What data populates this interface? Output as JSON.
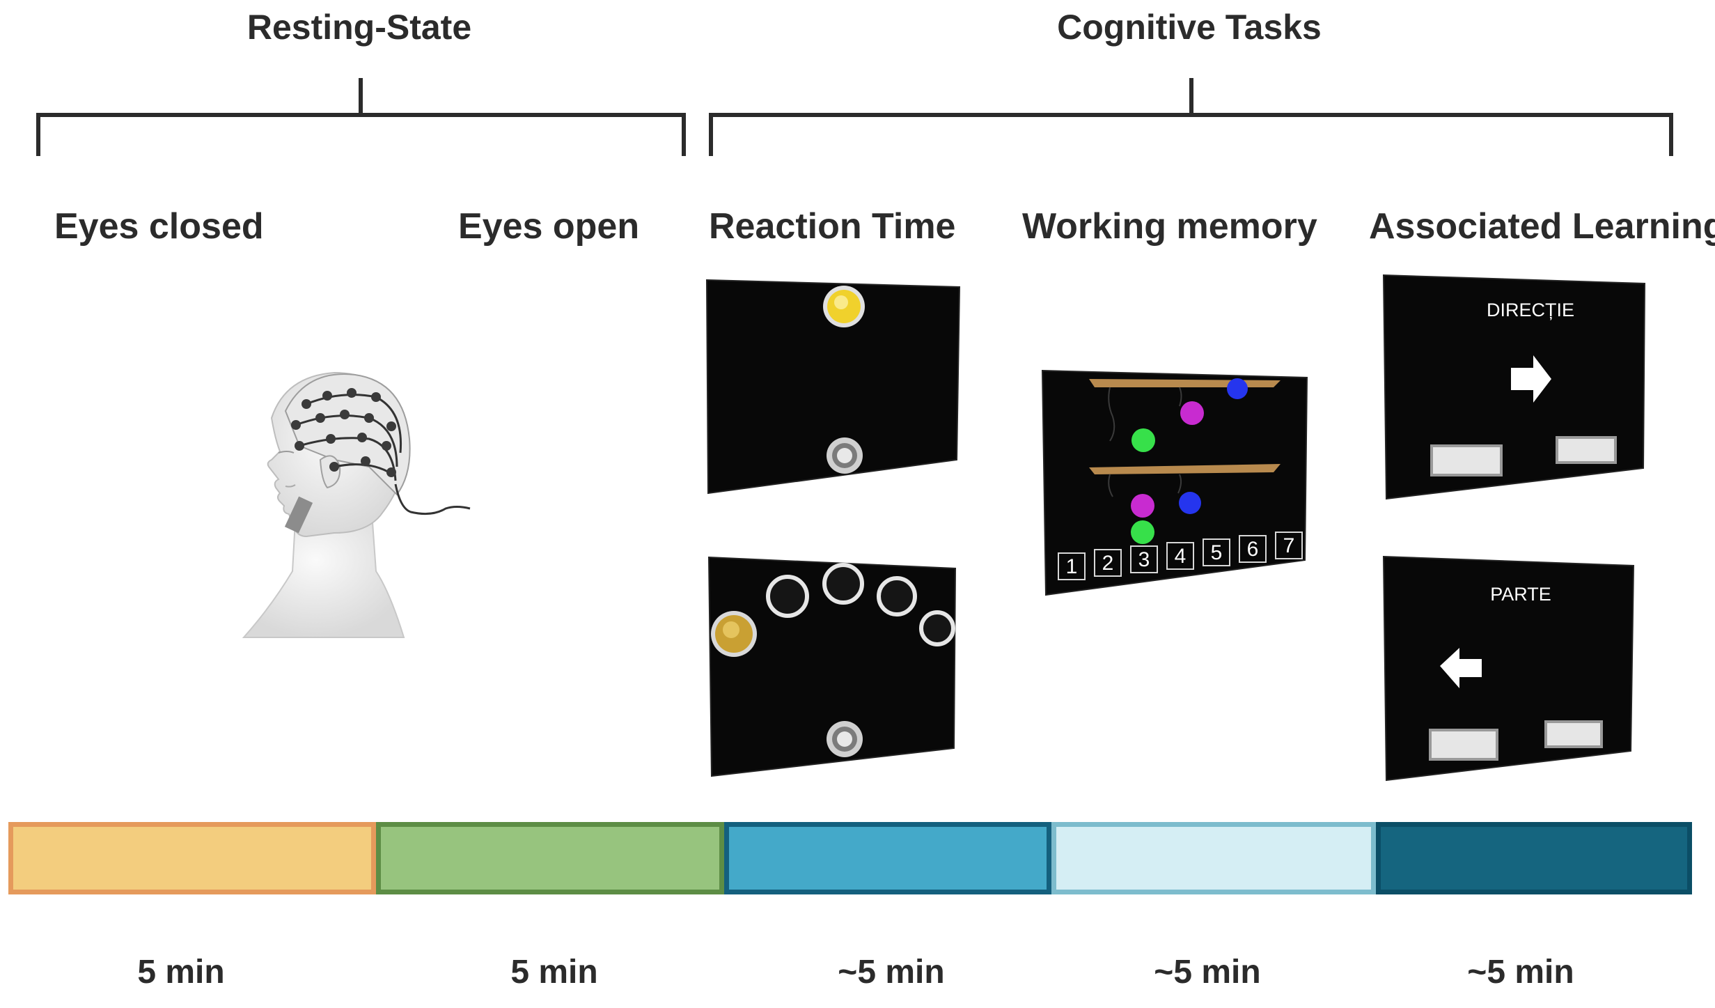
{
  "groups": {
    "resting": "Resting-State",
    "cognitive": "Cognitive Tasks"
  },
  "phases": {
    "eyes_closed": "Eyes closed",
    "eyes_open": "Eyes open",
    "reaction_time": "Reaction Time",
    "working_memory": "Working memory",
    "associated_learning": "Associated Learning"
  },
  "screens": {
    "al_top_word": "DIRECȚIE",
    "al_bottom_word": "PARTE",
    "wm_slots": [
      "1",
      "2",
      "3",
      "4",
      "5",
      "6",
      "7"
    ]
  },
  "timeline": {
    "durations": [
      "5 min",
      "5 min",
      "~5 min",
      "~5 min",
      "~5 min"
    ],
    "colors": {
      "eyes_closed_fill": "#f3cd7e",
      "eyes_closed_border": "#e59a5c",
      "eyes_open_fill": "#97c47e",
      "eyes_open_border": "#5d8d45",
      "reaction_fill": "#44a9c9",
      "reaction_border": "#14607e",
      "memory_fill": "#d5eef4",
      "memory_border": "#7dbccd",
      "learning_fill": "#15657f",
      "learning_border": "#0b4e66"
    }
  },
  "icons": [
    "eeg-head-icon",
    "right-arrow-icon",
    "left-arrow-icon"
  ]
}
